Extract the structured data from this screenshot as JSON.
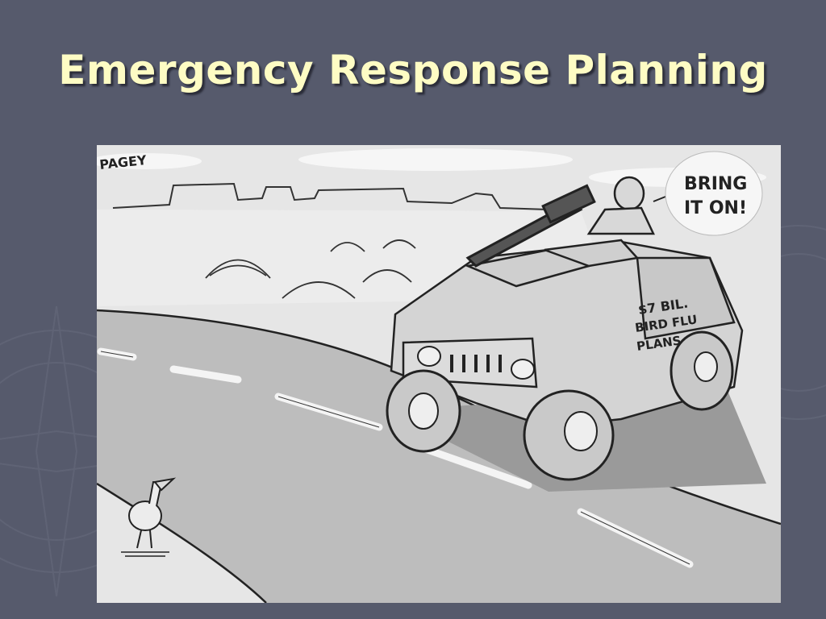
{
  "slide": {
    "title": "Emergency Response Planning",
    "background_color": "#565a6c",
    "title_color": "#fefcc4"
  },
  "cartoon": {
    "signature": "PAGEY",
    "speech_line1": "BRING",
    "speech_line2": "IT ON!",
    "vehicle_line1": "$7 BIL.",
    "vehicle_line2": "BIRD FLU",
    "vehicle_line3": "PLANS"
  }
}
